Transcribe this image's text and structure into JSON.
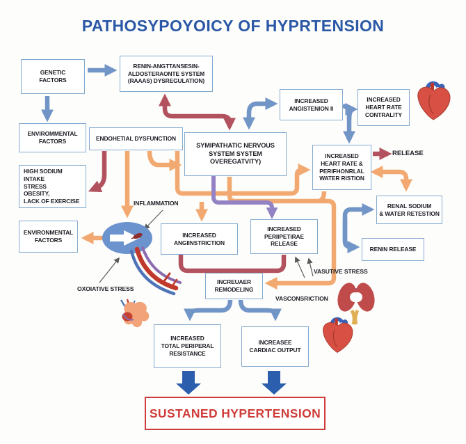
{
  "title": "PATHOSYPOYOICY OF HYPRTENSION",
  "nodes": {
    "genetic": {
      "text": "GENETIC\nFACTORS"
    },
    "raas": {
      "text": "RENIN-ANGTTANSESIN-\nALDOSTERAONTE SYSTEM\n(RAAAS) DYSREGULATION)"
    },
    "envirommental1": {
      "text": "ENVIROMMENTAL\nFACTORS"
    },
    "endohetial": {
      "text": "ENDOHETIAL DYSFUNCTION"
    },
    "symipathatic": {
      "text": "SYMIPATHATIC NERVOUS\nSYSTEM SYSTEM\nOVEREGATVITY)"
    },
    "angistenion": {
      "text": "INCREASED\nANGISTENION II"
    },
    "contrality": {
      "text": "INCREASED\nHEART RATE\nCONTRALITY"
    },
    "heartrate": {
      "text": "INCREASED\nHEART RATE &\nPERIFHONRLAL\nWATER RISTION"
    },
    "highsodium": {
      "text": "HIGH SODIUM INTAKE\nSTRESS\nOBESITY,\nLACK OF EXERCISE"
    },
    "environmental2": {
      "text": "ENVIRONMENTAL\nFACTORS"
    },
    "renalsodium": {
      "text": "RENAL SODIUM\n& WATER RETESTION"
    },
    "reninrelease": {
      "text": "RENIN RELEASE"
    },
    "angins": {
      "text": "INCREASED\nANGIINSTRICTION"
    },
    "peripetirae": {
      "text": "INCREASED\nPERIIPETIRAE\nRELEASE"
    },
    "remodeling": {
      "text": "INCREUAER\nREMODELING"
    },
    "totalperipheral": {
      "text": "INCREASED\nTOTAL PERIPERAL\nRESISTANCE"
    },
    "cardiac": {
      "text": "INCREASEE\nCARDIAC OUTPUT"
    },
    "sustained": {
      "text": "SUSTANED HYPERTENSION"
    }
  },
  "labels": {
    "release": "RELEASE",
    "inflammation": "INFLAMMATION",
    "oxoiative": "OXOIATIVE STRESS",
    "vasutive": "VASUTIVE STRESS",
    "vasconsriction": "VASCONSRICTION"
  },
  "colors": {
    "title_blue": "#2a58a6",
    "box_border": "#84aacf",
    "arrow_blue": "#7295c7",
    "arrow_orange": "#f2a971",
    "arrow_maroon": "#b2525e",
    "arrow_purple": "#9383c4",
    "solid_blue": "#2b5fae",
    "final_red": "#cf3b38"
  },
  "icons": [
    "heart-icon",
    "heart-icon",
    "kidney-icon",
    "adrenal-gland-icon",
    "blood-vessel-icon",
    "cell-icon"
  ]
}
